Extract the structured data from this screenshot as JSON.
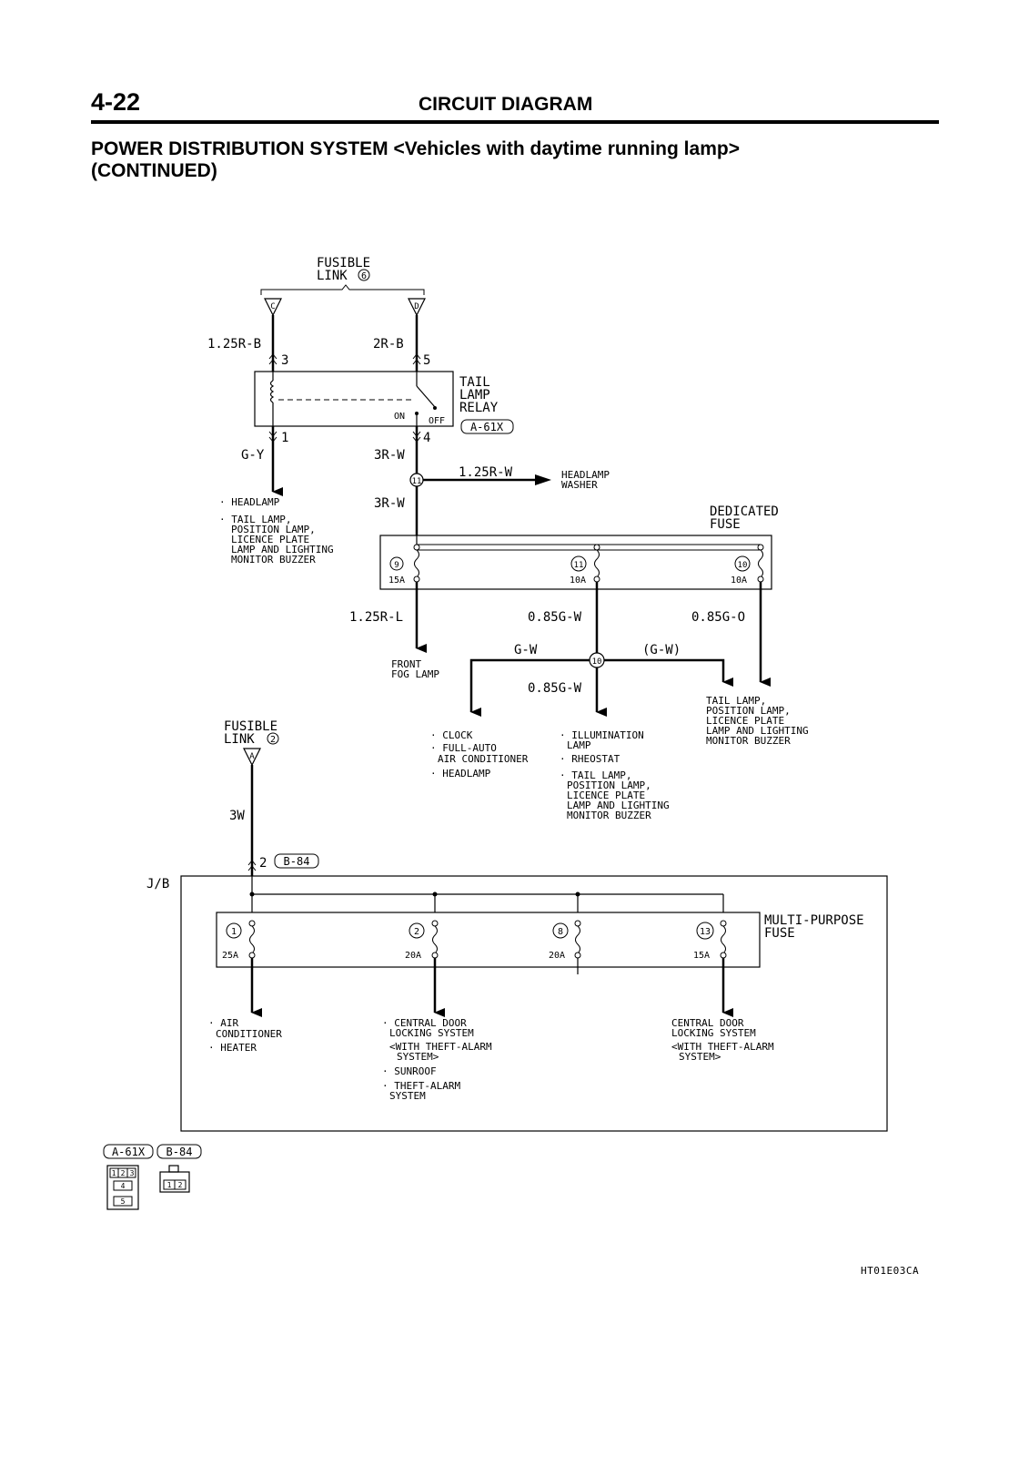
{
  "page": {
    "number": "4-22",
    "section": "CIRCUIT DIAGRAM",
    "title": "POWER DISTRIBUTION SYSTEM <Vehicles with daytime running lamp>",
    "subtitle": "(CONTINUED)",
    "doc_code": "HT01E03CA"
  },
  "fusible_link_6": {
    "label_1": "FUSIBLE",
    "label_2": "LINK",
    "num": "6",
    "term_c": "C",
    "term_d": "D"
  },
  "relay": {
    "wire_left": "1.25R-B",
    "wire_right": "2R-B",
    "pin3": "3",
    "pin5": "5",
    "pin1": "1",
    "pin4": "4",
    "name_1": "TAIL",
    "name_2": "LAMP",
    "name_3": "RELAY",
    "connector": "A-61X",
    "on": "ON",
    "off": "OFF"
  },
  "relay_outputs": {
    "wire_gy": "G-Y",
    "wire_3rw_a": "3R-W",
    "wire_3rw_b": "3R-W",
    "junction": "11",
    "washer_wire": "1.25R-W",
    "washer_1": "HEADLAMP",
    "washer_2": "WASHER",
    "loads": [
      "· HEADLAMP",
      "· TAIL LAMP,",
      "POSITION LAMP,",
      "LICENCE PLATE",
      "LAMP AND LIGHTING",
      "MONITOR BUZZER"
    ]
  },
  "dedicated_fuse": {
    "label_1": "DEDICATED",
    "label_2": "FUSE",
    "fuses": [
      {
        "num": "9",
        "amp": "15A"
      },
      {
        "num": "11",
        "amp": "10A"
      },
      {
        "num": "10",
        "amp": "10A"
      }
    ]
  },
  "dedicated_outputs": {
    "wire_rl": "1.25R-L",
    "wire_gw": "0.85G-W",
    "wire_go": "0.85G-O",
    "fog_1": "FRONT",
    "fog_2": "FOG LAMP",
    "branch_gw": "G-W",
    "branch_gw2": "(G-W)",
    "junction": "10",
    "wire_gw_2": "0.85G-W",
    "loads_a": [
      "· CLOCK",
      "· FULL-AUTO",
      "AIR CONDITIONER",
      "· HEADLAMP"
    ],
    "loads_b": [
      "· ILLUMINATION",
      "LAMP",
      "· RHEOSTAT",
      "· TAIL LAMP,",
      "POSITION LAMP,",
      "LICENCE PLATE",
      "LAMP AND LIGHTING",
      "MONITOR BUZZER"
    ],
    "loads_c": [
      "TAIL LAMP,",
      "POSITION LAMP,",
      "LICENCE PLATE",
      "LAMP AND LIGHTING",
      "MONITOR BUZZER"
    ]
  },
  "fusible_link_2": {
    "label_1": "FUSIBLE",
    "label_2": "LINK",
    "num": "2",
    "term_a": "A",
    "wire": "3W",
    "pin": "2",
    "connector": "B-84"
  },
  "jb": {
    "label": "J/B",
    "mp_1": "MULTI-PURPOSE",
    "mp_2": "FUSE",
    "fuses": [
      {
        "num": "1",
        "amp": "25A"
      },
      {
        "num": "2",
        "amp": "20A"
      },
      {
        "num": "8",
        "amp": "20A"
      },
      {
        "num": "13",
        "amp": "15A"
      }
    ],
    "loads_1": [
      "· AIR",
      "CONDITIONER",
      "· HEATER"
    ],
    "loads_2": [
      "· CENTRAL DOOR",
      "LOCKING SYSTEM",
      "<WITH THEFT-ALARM",
      "SYSTEM>",
      "· SUNROOF",
      "· THEFT-ALARM",
      "SYSTEM"
    ],
    "loads_3": [
      "CENTRAL DOOR",
      "LOCKING SYSTEM",
      "<WITH THEFT-ALARM",
      "SYSTEM>"
    ]
  },
  "connectors": {
    "a61x": "A-61X",
    "b84": "B-84",
    "a61x_pins": [
      "1",
      "2",
      "3",
      "4",
      "5"
    ],
    "b84_pins": [
      "1",
      "2"
    ]
  }
}
